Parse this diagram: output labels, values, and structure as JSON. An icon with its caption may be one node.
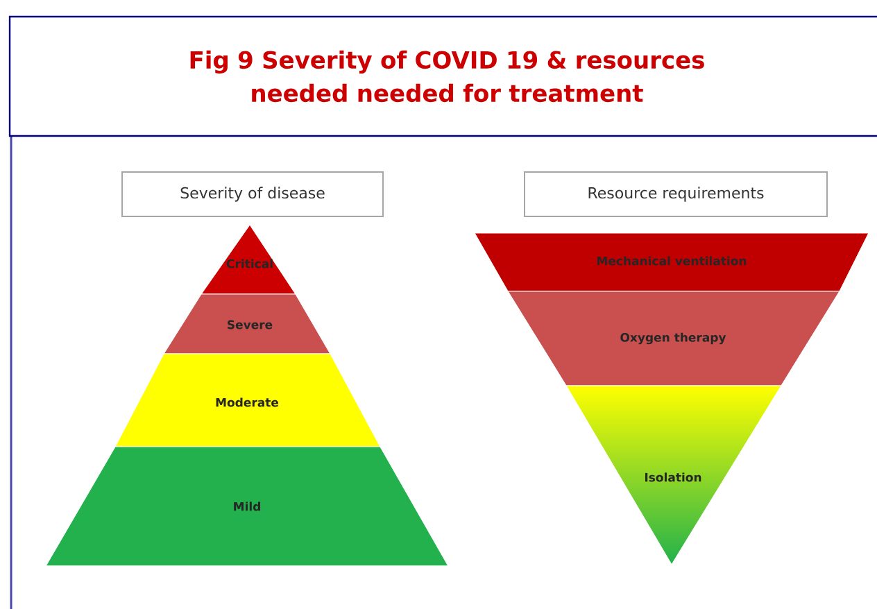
{
  "diagram": {
    "title": "Fig 9 Severity of COVID 19 & resources needed needed for treatment",
    "nodes": [
      {
        "text": [
          "Severity of disease"
        ]
      },
      {
        "text": [
          "Critical"
        ]
      },
      {
        "text": [
          "Severe"
        ]
      },
      {
        "text": [
          "Moderate"
        ]
      },
      {
        "text": [
          "Mild"
        ]
      },
      {
        "text": [
          "Resource requirements"
        ]
      },
      {
        "text": [
          "Mechanical ventilation"
        ]
      },
      {
        "text": [
          "Oxygen therapy"
        ]
      },
      {
        "text": [
          "Isolation"
        ]
      }
    ]
  }
}
